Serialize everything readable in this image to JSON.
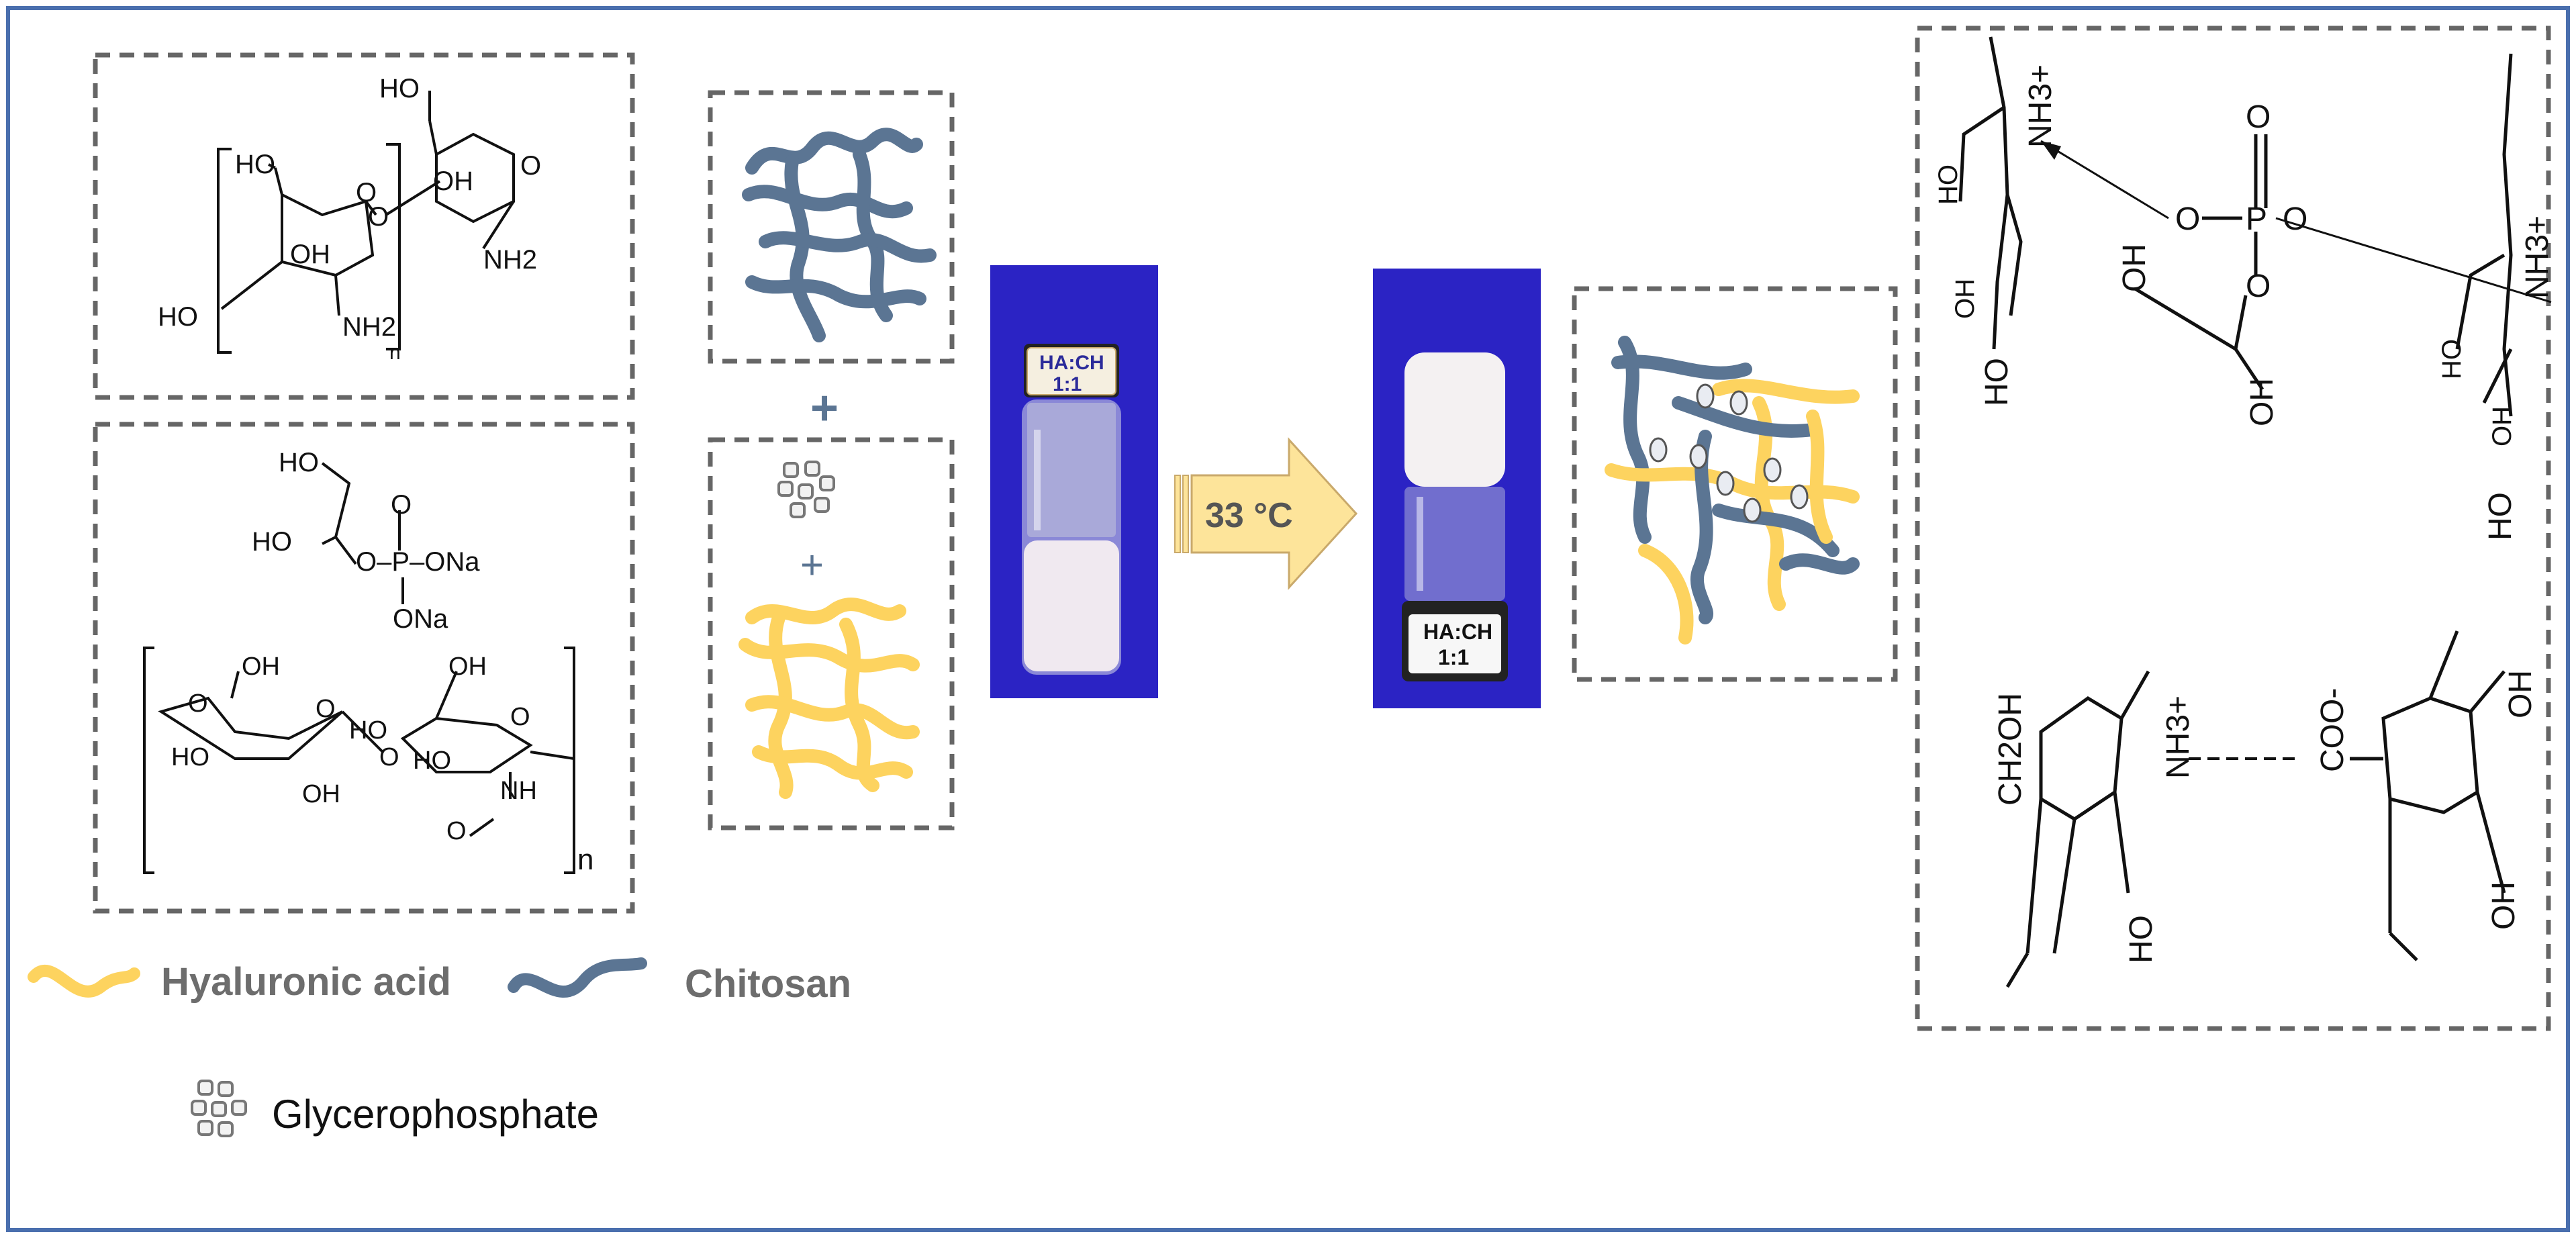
{
  "colors": {
    "frame": "#4a6fae",
    "box_dash": "#666666",
    "chitosan": "#5b7593",
    "hyaluronic": "#fdd35f",
    "vial_bg": "#2b23c4",
    "arrow_fill": "#fde49a",
    "arrow_stroke": "#c9a96b"
  },
  "legend": {
    "hyaluronic_label": "Hyaluronic acid",
    "chitosan_label": "Chitosan",
    "glycerophosphate_label": "Glycerophosphate"
  },
  "process": {
    "plus_top": "+",
    "plus_bottom": "+",
    "temperature_label": "33 °C",
    "vial_label_1": "HA:CH",
    "vial_label_2": "1:1"
  },
  "chem": {
    "chitosan": {
      "ho_top": "HO",
      "ho_left": "HO",
      "oh_mid": "OH",
      "oh_right": "OH",
      "o_ring1": "O",
      "o_link": "O",
      "o_ring2": "O",
      "ho_bottom": "HO",
      "nh2_left": "NH2",
      "nh2_right": "NH2",
      "n_sub": "n"
    },
    "glycerophosphate": {
      "ho1": "HO",
      "ho2": "HO",
      "o_dbl": "O",
      "p_ona": "O–P–ONa",
      "ona": "ONa"
    },
    "hyaluronic": {
      "oh_top1": "OH",
      "oh_top2": "OH",
      "o_left": "O",
      "ho_left": "HO",
      "o_ring1": "O",
      "ho_mid": "HO",
      "o_ring2": "O",
      "o_link": "O",
      "ho_right": "HO",
      "oh_bottom": "OH",
      "nh": "NH",
      "o_acetyl": "O",
      "n_sub": "n"
    },
    "crosslink": {
      "nh3_left": "NH3+",
      "nh3_right": "NH3+",
      "o_top": "O",
      "o_left": "O",
      "p": "P",
      "o_right": "O",
      "o_bottom": "O",
      "oh_left": "OH",
      "oh_right": "OH",
      "ho1": "HO",
      "ho2": "HO",
      "ho3": "HO",
      "ho4": "HO",
      "oh_ring1": "OH",
      "oh_ring2": "OH",
      "ch2oh": "CH2OH",
      "nh3_bottom": "NH3+",
      "coo": "COO-",
      "oh_b1": "OH",
      "ho_b1": "HO",
      "oh_b2": "OH",
      "ho_b2": "HO"
    }
  }
}
